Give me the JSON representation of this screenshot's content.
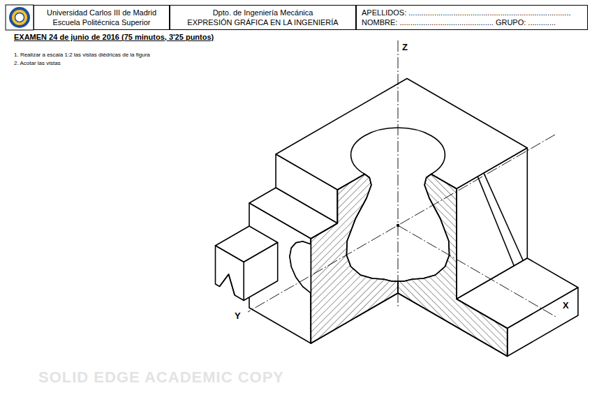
{
  "diagram": {
    "title": "EXAMEN 24 de junio de 2016 (75 minutos, 3'25 puntos)",
    "nodes": [
      {
        "text": [
          "Universidad Carlos III de Madrid",
          "Escuela Politécnica Superior"
        ]
      },
      {
        "text": [
          "Dpto. de Ingeniería Mecánica",
          "EXPRESIÓN GRÁFICA EN LA INGENIERÍA"
        ]
      },
      {
        "text": [
          "APELLIDOS: ............................................................................",
          "NOMBRE: ............................................ GRUPO: ............."
        ]
      }
    ],
    "labels": [
      "1. Realizar a escala 1:2 las vistas diédricas de la figura",
      "2. Acotar las vistas",
      "Z",
      "X",
      "Y",
      "SOLID EDGE ACADEMIC COPY"
    ]
  }
}
